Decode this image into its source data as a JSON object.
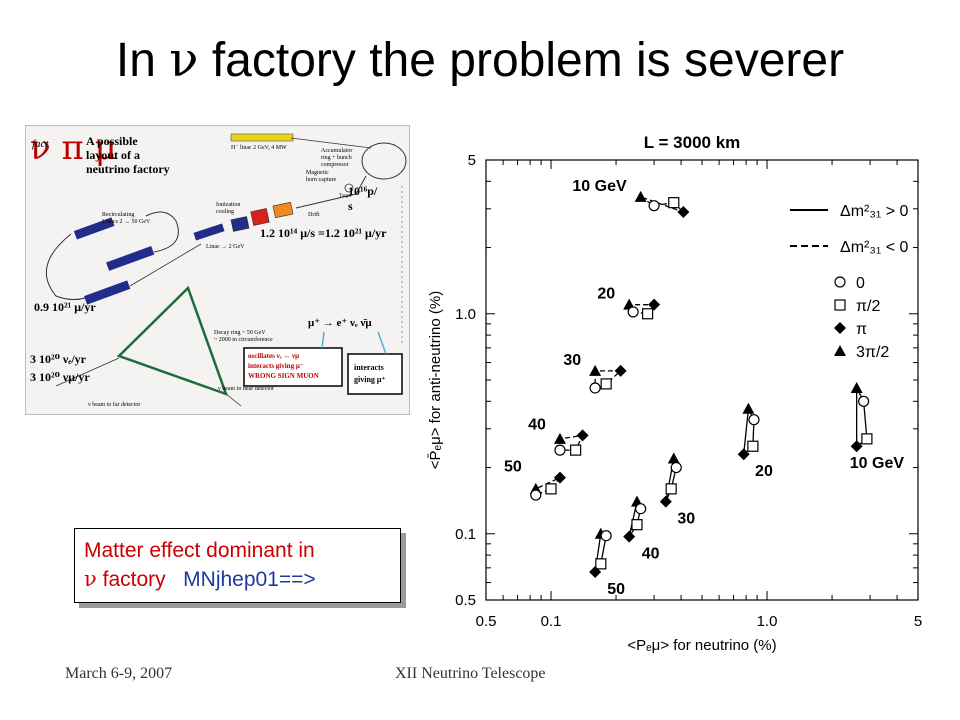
{
  "slide": {
    "title_prefix": "In ",
    "title_symbol": "ν",
    "title_suffix": " factory the problem is severer",
    "footer_left": "March 6-9, 2007",
    "footer_center": "XII Neutrino Telescope"
  },
  "factory_diagram": {
    "logo_letters": "ν π μ",
    "logo_word": "fact",
    "heading": [
      "A possible",
      "layout of a",
      "neutrino factory"
    ],
    "linac_label": "H⁻ linac 2 GeV, 4 MW",
    "accumulator_label": [
      "Accumulator",
      "ring + bunch",
      "compressor"
    ],
    "horn_label": [
      "Magnetic",
      "horn capture"
    ],
    "target_label": "Target",
    "drift_label": "Drift",
    "flux_label_1": [
      "10¹⁶p/",
      "s"
    ],
    "ionization_label": [
      "Ionization",
      "cooling"
    ],
    "recirc_label": [
      "Recirculating",
      "Linacs 2 → 50 GeV"
    ],
    "linac2_label": "Linac → 2 GeV",
    "muon_rate": "1.2 10¹⁴ μ/s =1.2 10²¹ μ/yr",
    "muon_rate_2": "0.9 10²¹ μ/yr",
    "decay_label": [
      "Decay ring ~ 50 GeV",
      "~ 2000 m circumference"
    ],
    "decay_reaction": "μ⁺ → e⁺ νₑ ν̄μ",
    "oscillates_box": [
      "oscillates νₑ ↔ νμ",
      "interacts giving μ⁻",
      "WRONG SIGN MUON"
    ],
    "interacts_box": [
      "interacts",
      "giving μ⁺"
    ],
    "rate_e": "3 10²⁰ νₑ/yr",
    "rate_mu": "3 10²⁰ νμ/yr",
    "beam_far": "ν beam to far detector",
    "beam_near": "ν beam to near detector"
  },
  "callout": {
    "line1": "Matter effect dominant in",
    "nu": "ν",
    "factory": " factory",
    "link": "MNjhep01==>"
  },
  "chart_data": {
    "type": "scatter",
    "title": "L = 3000 km",
    "xlabel": "<Pₑμ> for neutrino (%)",
    "ylabel": "<P̄ₑμ> for anti-neutrino (%)",
    "xscale": "log",
    "yscale": "log",
    "xlim": [
      0.05,
      5
    ],
    "ylim": [
      0.05,
      5
    ],
    "xticks": [
      "0.5",
      "0.1",
      "1.0",
      "5"
    ],
    "yticks": [
      "5",
      "1.0",
      "0.1",
      "0.5"
    ],
    "legend_lines": [
      {
        "style": "solid",
        "label": "Δm²₃₁ > 0"
      },
      {
        "style": "dashed",
        "label": "Δm²₃₁ < 0"
      }
    ],
    "legend_markers": [
      {
        "marker": "circle",
        "label": "0"
      },
      {
        "marker": "square",
        "label": "π/2"
      },
      {
        "marker": "diamond",
        "label": "π"
      },
      {
        "marker": "triangle",
        "label": "3π/2"
      }
    ],
    "series": [
      {
        "branch": "dashed",
        "label": "10 GeV",
        "points": [
          [
            0.26,
            3.4
          ],
          [
            0.3,
            3.1
          ],
          [
            0.37,
            3.2
          ],
          [
            0.41,
            2.9
          ]
        ]
      },
      {
        "branch": "dashed",
        "label": "20",
        "points": [
          [
            0.23,
            1.1
          ],
          [
            0.24,
            1.02
          ],
          [
            0.28,
            1.0
          ],
          [
            0.3,
            1.1
          ]
        ]
      },
      {
        "branch": "dashed",
        "label": "30",
        "points": [
          [
            0.16,
            0.55
          ],
          [
            0.16,
            0.46
          ],
          [
            0.18,
            0.48
          ],
          [
            0.21,
            0.55
          ]
        ]
      },
      {
        "branch": "dashed",
        "label": "40",
        "points": [
          [
            0.11,
            0.27
          ],
          [
            0.11,
            0.24
          ],
          [
            0.13,
            0.24
          ],
          [
            0.14,
            0.28
          ]
        ]
      },
      {
        "branch": "dashed",
        "label": "50",
        "points": [
          [
            0.085,
            0.16
          ],
          [
            0.085,
            0.15
          ],
          [
            0.1,
            0.16
          ],
          [
            0.11,
            0.18
          ]
        ]
      },
      {
        "branch": "solid",
        "label": "50",
        "points": [
          [
            0.17,
            0.1
          ],
          [
            0.18,
            0.098
          ],
          [
            0.17,
            0.073
          ],
          [
            0.16,
            0.067
          ]
        ]
      },
      {
        "branch": "solid",
        "label": "40",
        "points": [
          [
            0.25,
            0.14
          ],
          [
            0.26,
            0.13
          ],
          [
            0.25,
            0.11
          ],
          [
            0.23,
            0.097
          ]
        ]
      },
      {
        "branch": "solid",
        "label": "30",
        "points": [
          [
            0.37,
            0.22
          ],
          [
            0.38,
            0.2
          ],
          [
            0.36,
            0.16
          ],
          [
            0.34,
            0.14
          ]
        ]
      },
      {
        "branch": "solid",
        "label": "20",
        "points": [
          [
            0.82,
            0.37
          ],
          [
            0.87,
            0.33
          ],
          [
            0.86,
            0.25
          ],
          [
            0.78,
            0.23
          ]
        ]
      },
      {
        "branch": "solid",
        "label": "10 GeV",
        "points": [
          [
            2.6,
            0.46
          ],
          [
            2.8,
            0.4
          ],
          [
            2.9,
            0.27
          ],
          [
            2.6,
            0.25
          ]
        ]
      }
    ]
  }
}
